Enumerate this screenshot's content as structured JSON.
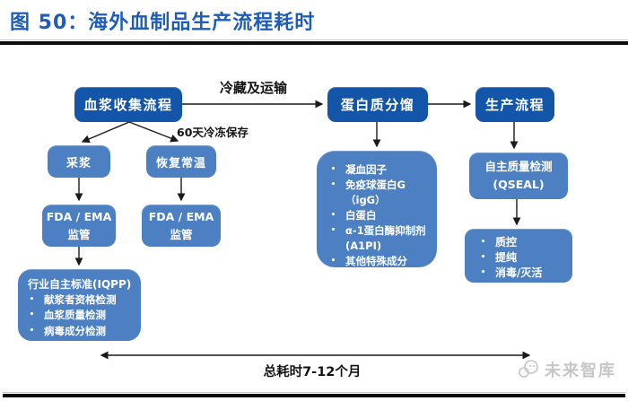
{
  "ui": {
    "bullet": "•"
  },
  "colors": {
    "title_blue": "#1e5eb8",
    "node_dark_blue": "#1355a9",
    "node_light_blue": "#4d80c2",
    "arrow_black": "#1a1a1a"
  },
  "title": "图 50：海外血制品生产流程耗时",
  "flow": {
    "plasma_collection": "血浆收集流程",
    "protein_fractionation": "蛋白质分馏",
    "production": "生产流程",
    "cold_transport_label": "冷藏及运输",
    "frozen_storage_label": "60天冷冻保存",
    "plasma_extraction": "采浆",
    "restore_temp": "恢复常温",
    "fda_ema_line1": "FDA / EMA",
    "fda_ema_line2": "监管",
    "iqpp": {
      "title": "行业自主标准(IQPP)",
      "items": [
        "献浆者资格检测",
        "血浆质量检测",
        "病毒成分检测"
      ]
    },
    "mid_products": {
      "items": [
        "凝血因子",
        "免疫球蛋白G（igG）",
        "白蛋白",
        "α-1蛋白酶抑制剂(A1PI)",
        "其他特殊成分"
      ]
    },
    "qseal_line1": "自主质量检测",
    "qseal_line2": "(QSEAL)",
    "production_steps": {
      "items": [
        "质控",
        "提纯",
        "消毒/灭活"
      ]
    },
    "total_time_label": "总耗时7-12个月"
  },
  "watermark": "未来智库"
}
